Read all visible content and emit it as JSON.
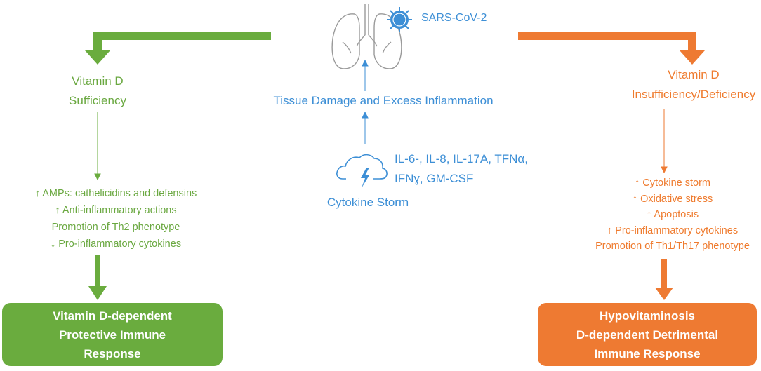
{
  "virus_label": "SARS-CoV-2",
  "tissue_damage": "Tissue Damage and Excess Inflammation",
  "cytokines": [
    "IL-6-, IL-8, IL-17A, TFNα,",
    "IFNɣ, GM-CSF"
  ],
  "cytokine_storm": "Cytokine Storm",
  "left": {
    "title": [
      "Vitamin D",
      "Sufficiency"
    ],
    "effects": [
      "↑ AMPs: cathelicidins and defensins",
      "↑ Anti-inflammatory actions",
      "Promotion of Th2 phenotype",
      "↓ Pro-inflammatory cytokines"
    ],
    "outcome": [
      "Vitamin D-dependent",
      "Protective Immune",
      "Response"
    ],
    "color": "#6aa840",
    "box_color": "#6aac3e"
  },
  "right": {
    "title": [
      "Vitamin D",
      "Insufficiency/Deficiency"
    ],
    "effects": [
      "↑ Cytokine storm",
      "↑ Oxidative stress",
      "↑ Apoptosis",
      "↑ Pro-inflammatory cytokines",
      "Promotion of Th1/Th17  phenotype"
    ],
    "outcome": [
      "Hypovitaminosis",
      "D-dependent Detrimental",
      "Immune Response"
    ],
    "color": "#ef7b2e",
    "box_color": "#ee7a32"
  },
  "center_color": "#3d8fd6",
  "icons": [
    "lungs-icon",
    "virus-icon",
    "storm-cloud-icon"
  ]
}
